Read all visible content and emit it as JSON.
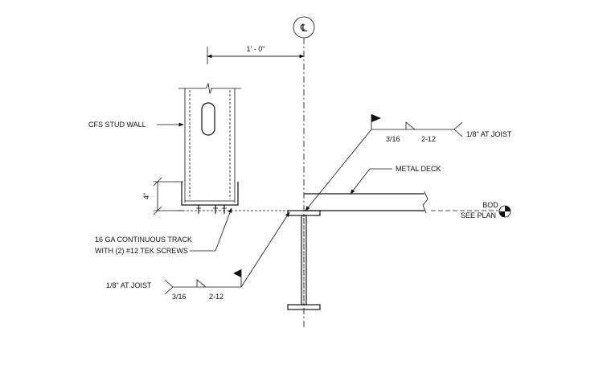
{
  "centerline": {
    "symbol": "℄"
  },
  "dimensions": {
    "stud_offset": "1' - 0\"",
    "track_height": "4\""
  },
  "labels": {
    "stud_wall": "CFS STUD WALL",
    "track_line1": "16 GA CONTINUOUS TRACK",
    "track_line2": "WITH (2) #12 TEK SCREWS",
    "metal_deck": "METAL DECK",
    "bod_line1": "BOD",
    "bod_line2": "SEE PLAN"
  },
  "weld_top": {
    "note": "1/8\" AT JOIST",
    "size": "3/16",
    "length_pitch": "2-12"
  },
  "weld_bottom": {
    "note": "1/8\" AT JOIST",
    "size": "3/16",
    "length_pitch": "2-12"
  }
}
